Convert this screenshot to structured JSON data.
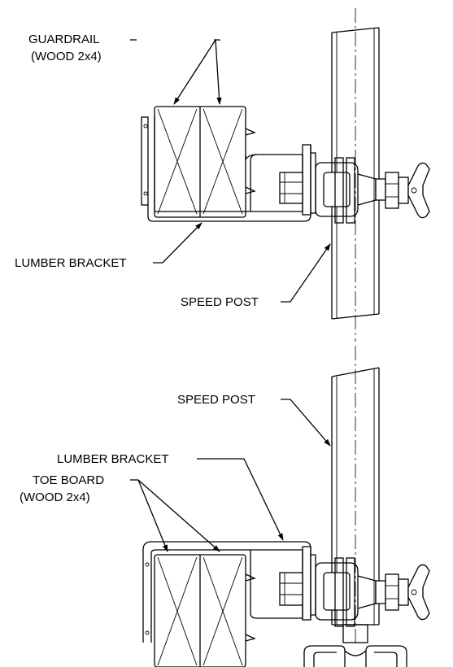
{
  "labels": {
    "guardrail_line1": "GUARDRAIL",
    "guardrail_line2": "(WOOD 2x4)",
    "lumber_bracket_top": "LUMBER BRACKET",
    "speed_post_top": "SPEED POST",
    "speed_post_bottom": "SPEED POST",
    "lumber_bracket_bottom": "LUMBER BRACKET",
    "toe_board_line1": "TOE BOARD",
    "toe_board_line2": "(WOOD 2x4)"
  }
}
